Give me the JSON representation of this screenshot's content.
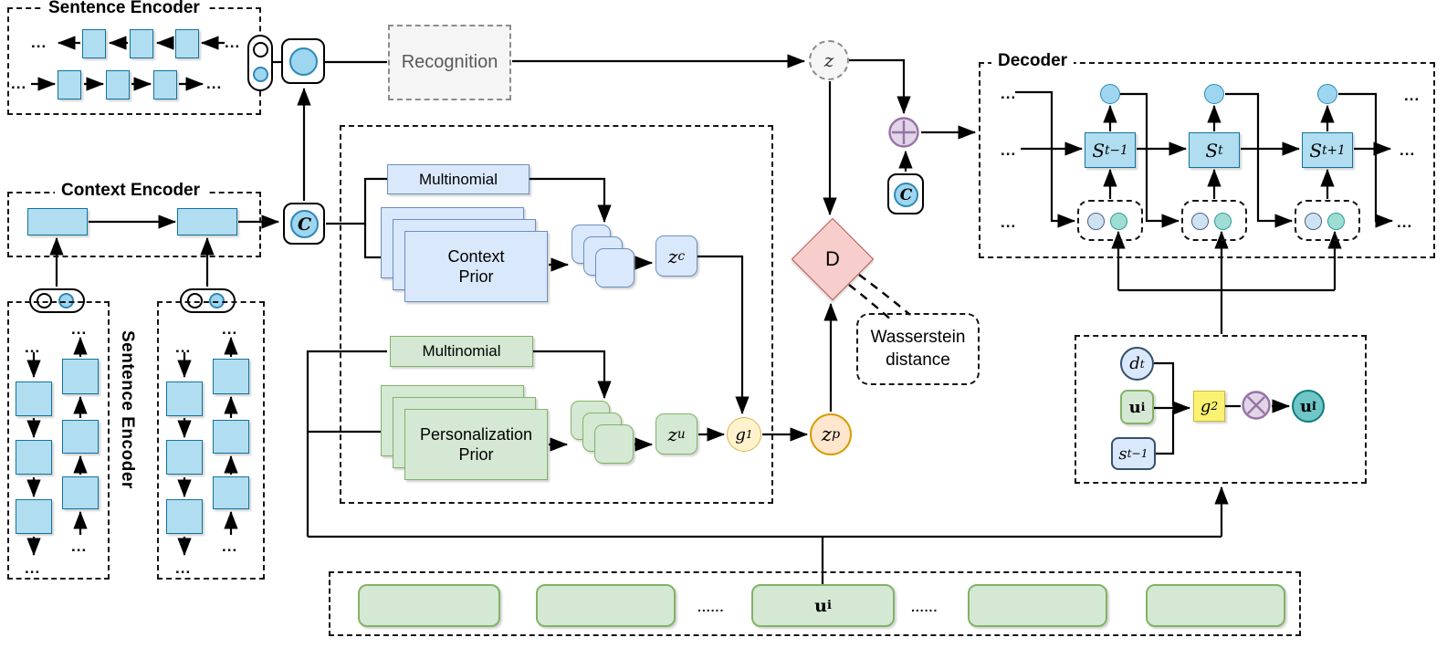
{
  "labels": {
    "sentence_encoder": "Sentence Encoder",
    "context_encoder": "Context Encoder",
    "decoder": "Decoder",
    "recognition": "Recognition",
    "wasserstein_line1": "Wasserstein",
    "wasserstein_line2": "distance",
    "ellipsis": "...",
    "ellipsis_wide": "......"
  },
  "nodes": {
    "z": "z",
    "c": "C",
    "d": "D",
    "z_c": {
      "base": "z",
      "sub": "c"
    },
    "z_u": {
      "base": "z",
      "sub": "u"
    },
    "z_p": {
      "base": "z",
      "sub": "p"
    },
    "g1": {
      "base": "g",
      "sub": "1"
    },
    "g2": {
      "base": "g",
      "sub": "2"
    },
    "multinomial_context": "Multinomial",
    "context_prior": "Context Prior",
    "multinomial_personalization": "Multinomial",
    "personalization_prior": "Personalization Prior",
    "s_state_prev": {
      "base": "S",
      "sub": "t−1"
    },
    "s_state_curr": {
      "base": "S",
      "sub": "t"
    },
    "s_state_next": {
      "base": "S",
      "sub": "t+1"
    },
    "d_t": {
      "base": "d",
      "sub": "t"
    },
    "u_i": {
      "base": "u",
      "sub": "i"
    },
    "s_tm1": {
      "base": "s",
      "sub": "t−1"
    },
    "u_i_prime": {
      "base": "u",
      "sub": "i",
      "prime": "′"
    }
  },
  "icons": {
    "combine": "circle-plus",
    "gate": "circle-times"
  },
  "colors": {
    "cell_blue": "#b1ddf0",
    "cell_blue_border": "#10739e",
    "soft_blue": "#dae8fc",
    "soft_blue_border": "#6c8ebf",
    "soft_green": "#d5e8d4",
    "soft_green_border": "#82b366",
    "yellow": "#fff2cc",
    "yellow_border": "#d6b656",
    "bright_yellow": "#fcf271",
    "orange": "#ffe6cc",
    "orange_border": "#d79b00",
    "red": "#f8cecc",
    "red_border": "#b85450",
    "purple": "#e1d5e7",
    "purple_border": "#9673a6",
    "teal": "#6ec6c6",
    "teal_border": "#0f7b7b",
    "gray_fill": "#f5f5f5",
    "gray_text": "#595959"
  }
}
